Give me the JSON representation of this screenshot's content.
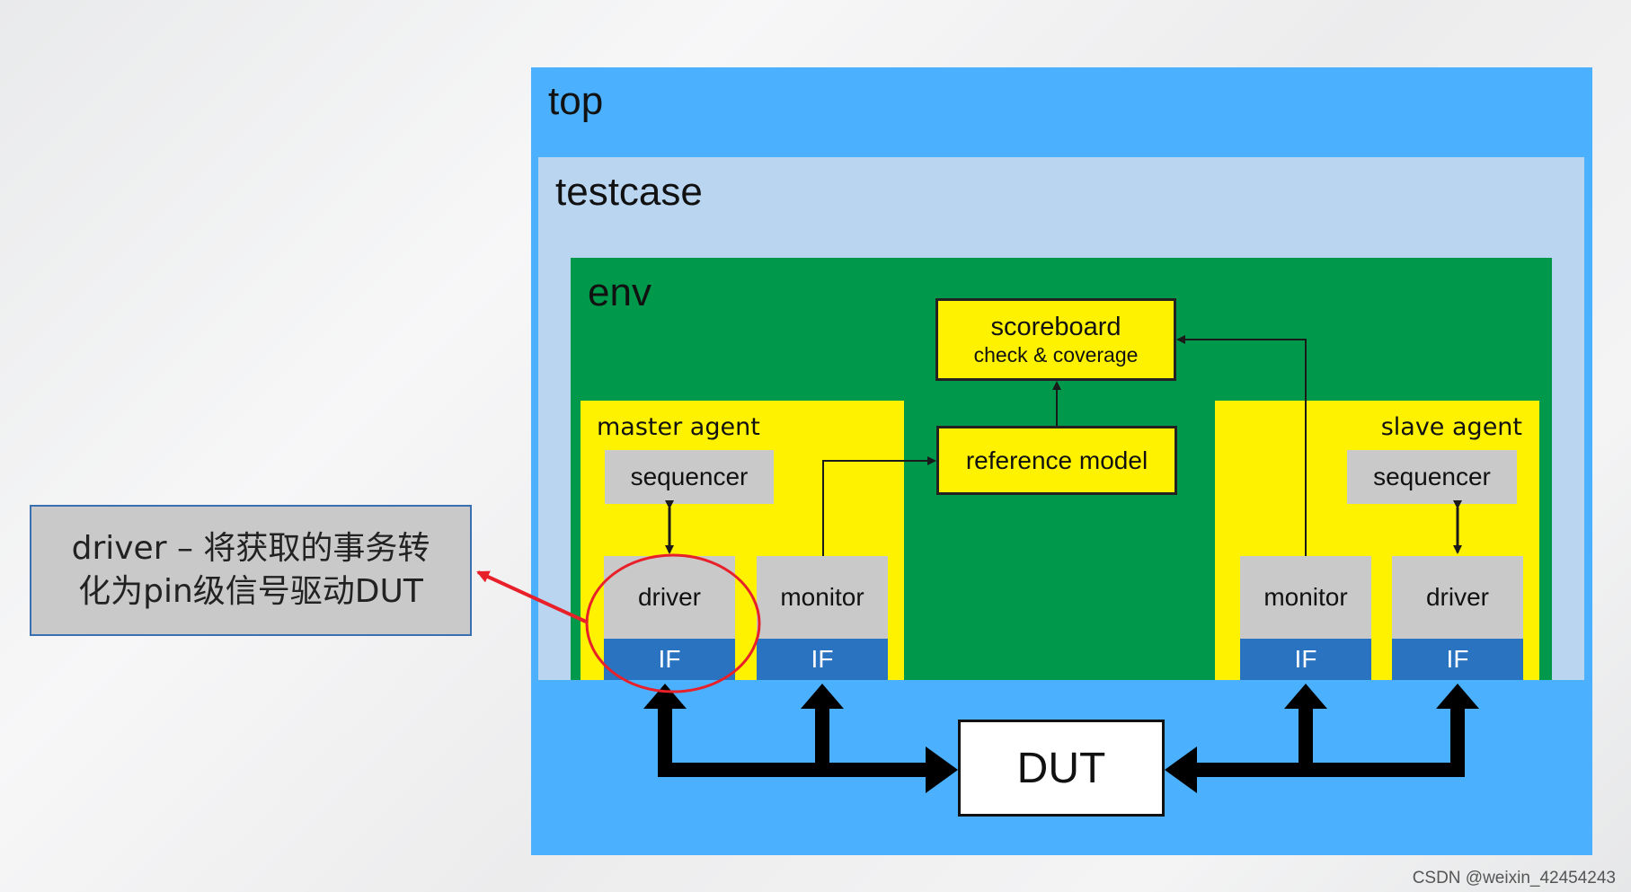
{
  "diagram": {
    "top_label": "top",
    "testcase_label": "testcase",
    "env_label": "env",
    "scoreboard": {
      "title": "scoreboard",
      "subtitle": "check & coverage"
    },
    "reference_model": "reference model",
    "master_agent": {
      "label": "master agent",
      "sequencer": "sequencer",
      "driver": "driver",
      "monitor": "monitor",
      "driver_if": "IF",
      "monitor_if": "IF"
    },
    "slave_agent": {
      "label": "slave agent",
      "sequencer": "sequencer",
      "driver": "driver",
      "monitor": "monitor",
      "driver_if": "IF",
      "monitor_if": "IF"
    },
    "dut": "DUT"
  },
  "callout": {
    "line1": "driver – 将获取的事务转",
    "line2": "化为pin级信号驱动DUT"
  },
  "watermark": "CSDN @weixin_42454243",
  "colors": {
    "top": "#4bb0fd",
    "testcase": "#b9d5f0",
    "env": "#00994c",
    "agent": "#fff200",
    "component": "#c9c9c9",
    "interface": "#2a73c1",
    "highlight": "#e8202a"
  }
}
